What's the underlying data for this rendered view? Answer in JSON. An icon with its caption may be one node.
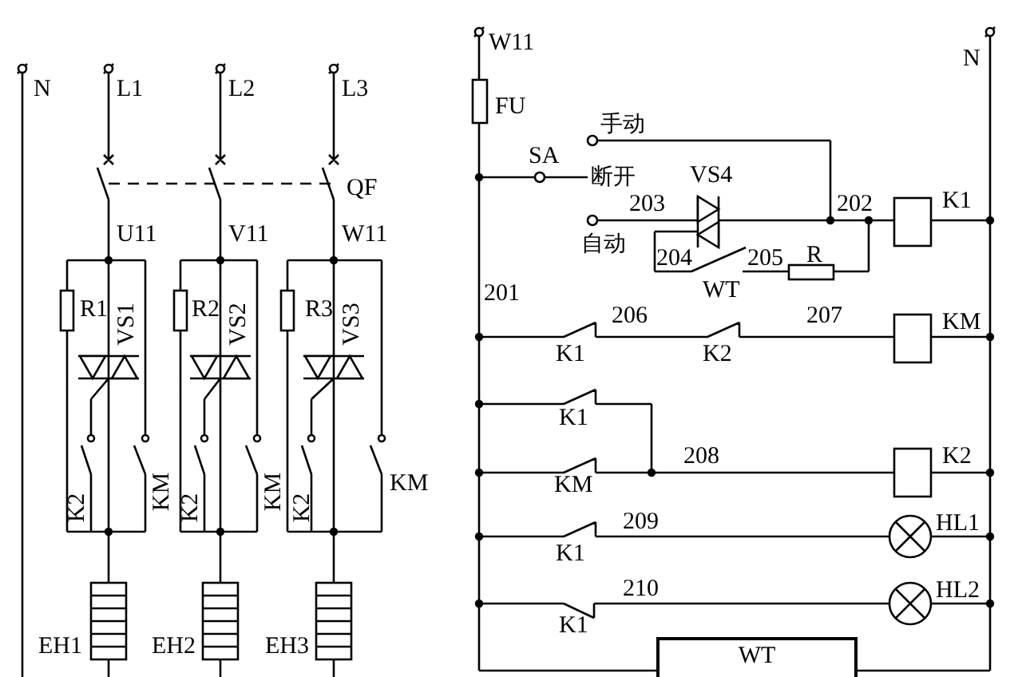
{
  "diagram": {
    "nodes": [
      {
        "text": [
          "WT"
        ]
      }
    ],
    "labels": [
      "N",
      "L1",
      "L2",
      "L3",
      "QF",
      "U11",
      "V11",
      "W11",
      "R1",
      "VS1",
      "R2",
      "VS2",
      "R3",
      "VS3",
      "K2",
      "KM",
      "K2",
      "KM",
      "K2",
      "KM",
      "EH1",
      "EH2",
      "EH3",
      "W11",
      "N",
      "FU",
      "手动",
      "SA",
      "断开",
      "VS4",
      "203",
      "202",
      "K1",
      "自动",
      "204",
      "205",
      "R",
      "201",
      "WT",
      "206",
      "207",
      "KM",
      "K1",
      "K2",
      "K1",
      "208",
      "K2",
      "KM",
      "209",
      "HL1",
      "K1",
      "210",
      "HL2",
      "K1"
    ]
  }
}
